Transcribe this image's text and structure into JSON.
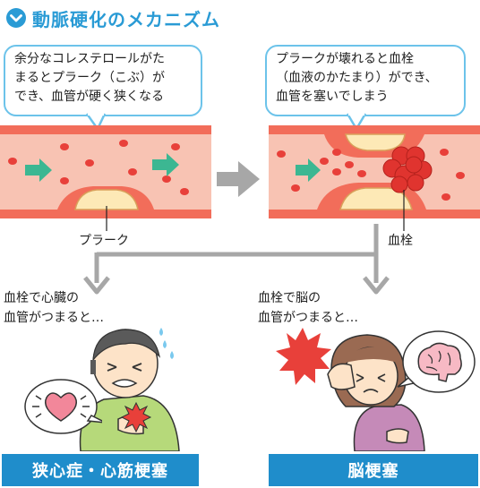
{
  "title": "動脈硬化のメカニズム",
  "bubble_left": [
    "余分なコレステロールがた",
    "まるとプラーク（こぶ）が",
    "でき、血管が硬く狭くなる"
  ],
  "bubble_right": [
    "プラークが壊れると血栓",
    "（血液のかたまり）ができ、",
    "血管を塞いでしまう"
  ],
  "label_plaque": "プラーク",
  "label_thrombus": "血栓",
  "caption_left": [
    "血栓で心臓の",
    "血管がつまると…"
  ],
  "caption_right": [
    "血栓で脳の",
    "血管がつまると…"
  ],
  "banner_left": "狭心症・心筋梗塞",
  "banner_right": "脳梗塞",
  "colors": {
    "accent": "#2a9bd5",
    "banner": "#1f8dcb",
    "vessel_wall": "#f26d5a",
    "vessel_inner": "#f8c3b3",
    "plaque": "#fde9b6",
    "blood_cell": "#e8403a",
    "flow_arrow": "#3cb792",
    "connector": "#a7a7a7"
  },
  "icons": [
    "chevron-down-icon",
    "heart-icon",
    "brain-icon",
    "pain-burst-icon",
    "flow-arrow-icon"
  ]
}
